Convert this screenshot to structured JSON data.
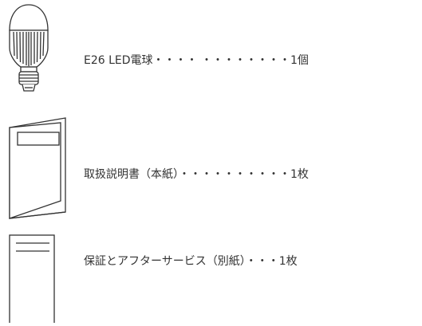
{
  "items": [
    {
      "label": "E26 LED電球・・・・ ・・・・・・・・1個",
      "icon": "led-bulb-icon"
    },
    {
      "label": "取扱説明書（本紙）・・・・・・・・・・1枚",
      "icon": "manual-booklet-icon"
    },
    {
      "label": "保証とアフターサービス（別紙）・・・1枚",
      "icon": "warranty-sheet-icon"
    }
  ]
}
